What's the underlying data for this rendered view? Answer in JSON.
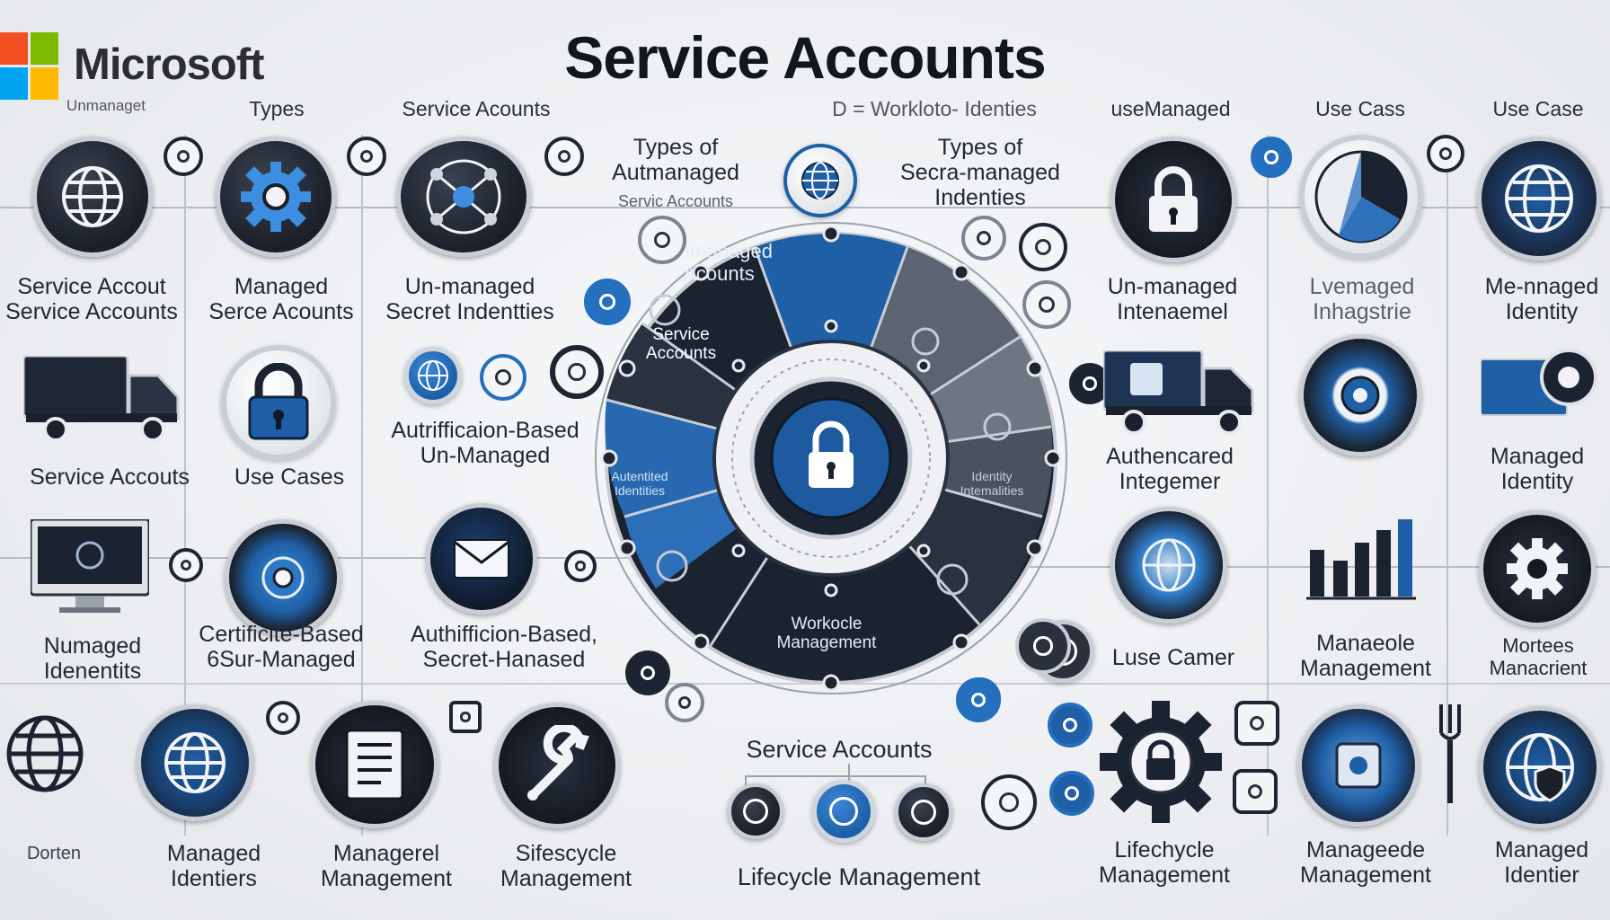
{
  "brand": {
    "name": "Microsoft",
    "logo_colors": [
      "#f25022",
      "#7fba00",
      "#00a4ef",
      "#ffb900"
    ]
  },
  "title": "Service Accounts",
  "headers": [
    "Unmanaget",
    "Types",
    "Service Acounts",
    "D = Workloto- Identies",
    "useManaged",
    "Use Cass",
    "Use Case"
  ],
  "wheel": {
    "top_left_label": "Types of\nAutmanaged",
    "top_left_sub": "Servic Accounts",
    "top_right_label": "Types of\nSecra-managed\nIndenties",
    "segments": [
      "Unmanaged\nAcounts",
      "Service\nAccounts",
      "Autentited\nIdentities",
      "Identity\nIntemalities",
      "Workocle\nManagement"
    ],
    "center_icon": "padlock-icon"
  },
  "left_labels": {
    "service_accounts_row1": "Service Accout\nService Accounts",
    "managed_row1": "Managed\nSerce Acounts",
    "unmanaged_row1": "Un-managed\nSecret Indentties",
    "service_accounts_row2": "Service Accouts",
    "use_cases_row2": "Use Cases",
    "auth_based": "Autrifficaion-Based\nUn-Managed",
    "numaged_identities": "Numaged\nIdenentits",
    "cert_based": "Certificite-Based\n6Sur-Managed",
    "auth_based_secret": "Authifficion-Based,\nSecret-Hanased"
  },
  "right_labels": {
    "unmanaged_r1": "Un-managed\nIntenaemel",
    "lvemaged_r1": "Lvemaged\nInhagstrie",
    "me_managed_r1": "Me-nnaged\nIdentity",
    "authenticated_r2": "Authencared\nIntegemer",
    "managed_identity_r2": "Managed\nIdentity",
    "use_camer": "Luse Camer",
    "manaeole": "Manaeole\nManagement",
    "mortees": "Mortees\nManacrient"
  },
  "bottom_labels": {
    "b1": "Dorten",
    "b2": "Managed\nIdentiers",
    "b3": "Managerel\nManagement",
    "b4": "Sifescycle\nManagement",
    "b5_title": "Service Accounts",
    "b5": "Lifecycle Management",
    "b6": "Lifechycle\nManagement",
    "b7": "Manageede\nManagement",
    "b8": "Managed\nIdentier"
  },
  "icons": [
    "globe-icon",
    "gear-icon",
    "network-icon",
    "padlock-icon",
    "pie-chart-icon",
    "truck-icon",
    "monitor-icon",
    "envelope-icon",
    "wrench-icon",
    "document-icon",
    "bar-chart-icon",
    "fork-icon",
    "shield-icon"
  ]
}
